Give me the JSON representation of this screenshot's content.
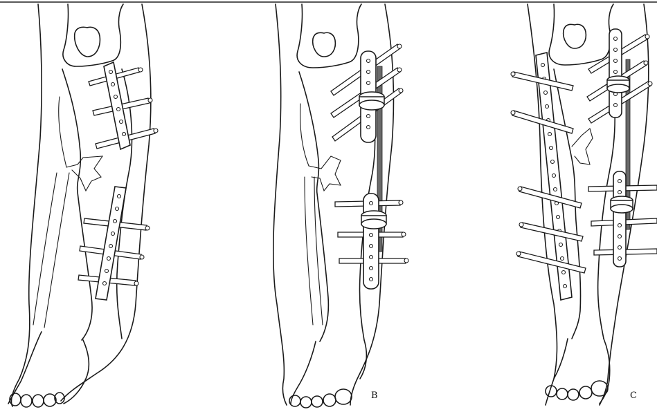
{
  "panels": [
    {
      "id": "a",
      "label": ""
    },
    {
      "id": "b",
      "label": "B"
    },
    {
      "id": "c",
      "label": "C"
    }
  ],
  "colors": {
    "ink": "#1a1a1a",
    "paper": "#ffffff",
    "rod": "#6a6a6a"
  }
}
